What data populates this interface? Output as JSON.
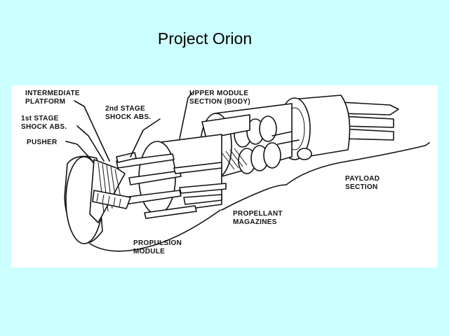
{
  "slide": {
    "title": "Project Orion"
  },
  "diagram": {
    "labels": {
      "intermediate_platform_1": "INTERMEDIATE",
      "intermediate_platform_2": "PLATFORM",
      "first_stage_1": "1st STAGE",
      "first_stage_2": "SHOCK ABS.",
      "pusher": "PUSHER",
      "second_stage_1": "2nd STAGE",
      "second_stage_2": "SHOCK ABS.",
      "upper_module_1": "UPPER MODULE",
      "upper_module_2": "SECTION (BODY)",
      "payload_1": "PAYLOAD",
      "payload_2": "SECTION",
      "propellant_1": "PROPELLANT",
      "propellant_2": "MAGAZINES",
      "propulsion_1": "PROPULSION",
      "propulsion_2": "MODULE"
    }
  }
}
